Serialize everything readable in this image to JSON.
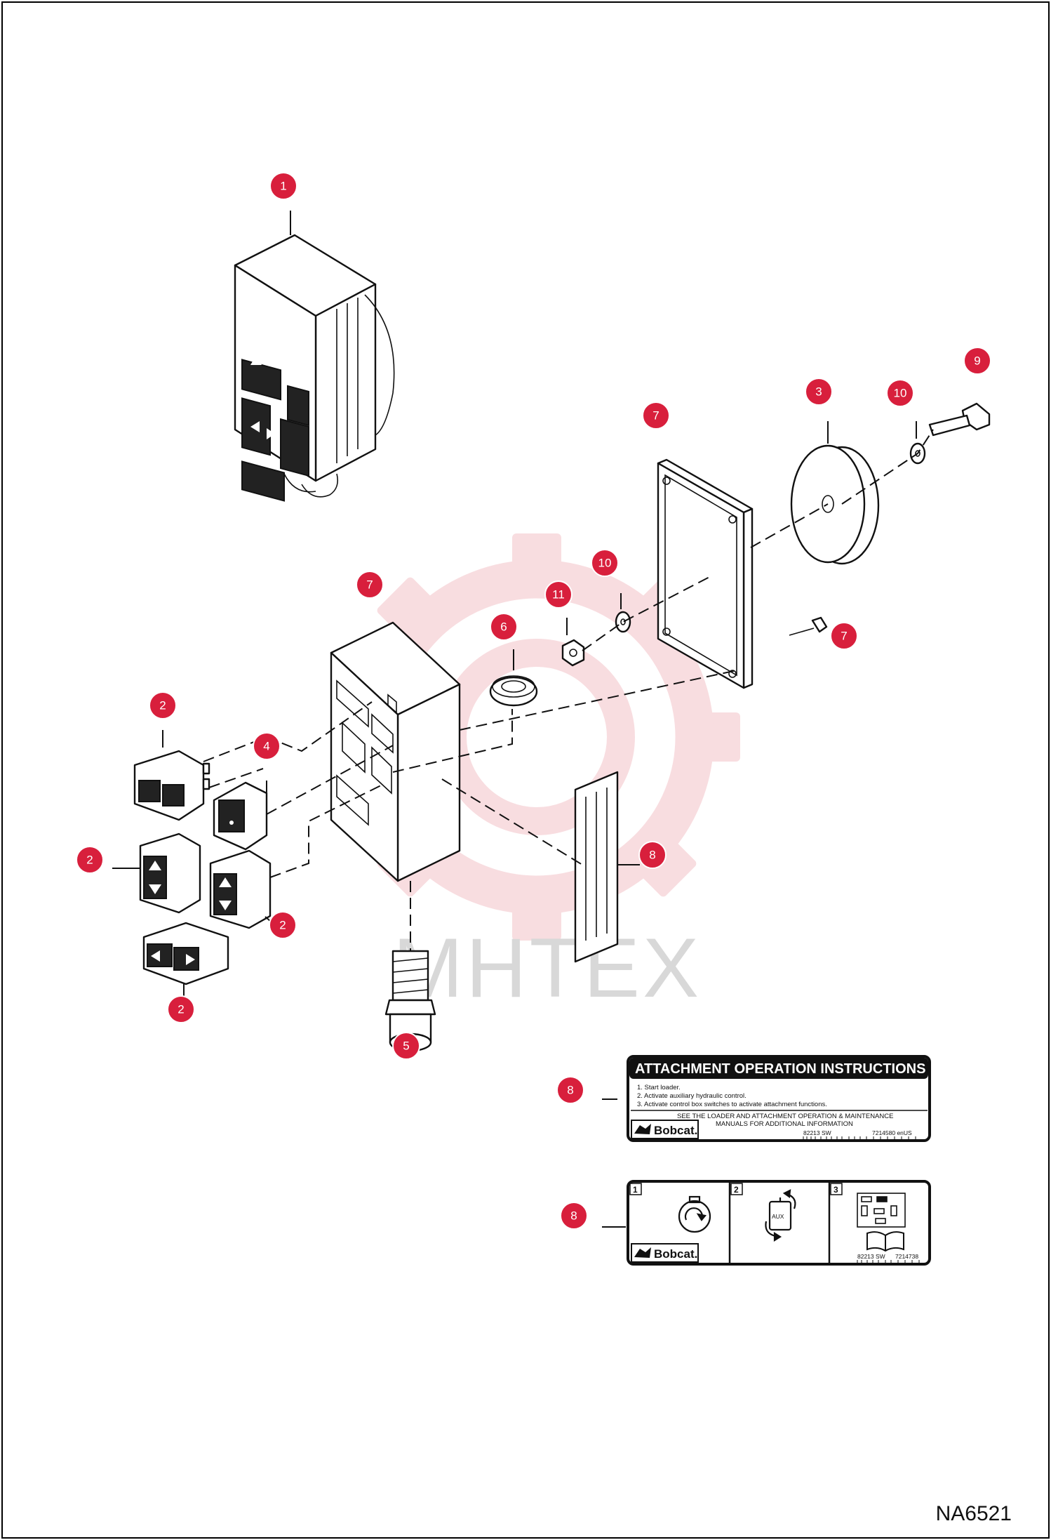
{
  "figure_code": "NA6521",
  "watermark_text": "MHTEX",
  "colors": {
    "callout": "#d81f3c",
    "ink": "#111111",
    "watermark_gear": "#f3c2c8",
    "watermark_text": "#d8d8d8"
  },
  "callouts": [
    {
      "id": "c1",
      "label": "1"
    },
    {
      "id": "c2a",
      "label": "2"
    },
    {
      "id": "c2b",
      "label": "2"
    },
    {
      "id": "c2c",
      "label": "2"
    },
    {
      "id": "c2d",
      "label": "2"
    },
    {
      "id": "c3",
      "label": "3"
    },
    {
      "id": "c4",
      "label": "4"
    },
    {
      "id": "c5",
      "label": "5"
    },
    {
      "id": "c6",
      "label": "6"
    },
    {
      "id": "c7a",
      "label": "7"
    },
    {
      "id": "c7b",
      "label": "7"
    },
    {
      "id": "c7c",
      "label": "7"
    },
    {
      "id": "c8a",
      "label": "8"
    },
    {
      "id": "c8b",
      "label": "8"
    },
    {
      "id": "c8c",
      "label": "8"
    },
    {
      "id": "c9",
      "label": "9"
    },
    {
      "id": "c10a",
      "label": "10"
    },
    {
      "id": "c10b",
      "label": "10"
    },
    {
      "id": "c11",
      "label": "11"
    }
  ],
  "decal_instructions": {
    "title": "ATTACHMENT OPERATION INSTRUCTIONS",
    "steps": [
      "1.   Start loader.",
      "2.   Activate auxiliary hydraulic control.",
      "3.   Activate control box switches to activate attachment functions."
    ],
    "note_line1": "SEE THE LOADER AND ATTACHMENT OPERATION & MAINTENANCE",
    "note_line2": "MANUALS FOR ADDITIONAL INFORMATION",
    "brand": "Bobcat.",
    "code_left": "82213 SW",
    "code_right": "7214580 enUS"
  },
  "decal_pictorial": {
    "panels": [
      "1",
      "2",
      "3"
    ],
    "aux_label": "AUX",
    "brand": "Bobcat.",
    "code_left": "82213 SW",
    "code_right": "7214738"
  }
}
